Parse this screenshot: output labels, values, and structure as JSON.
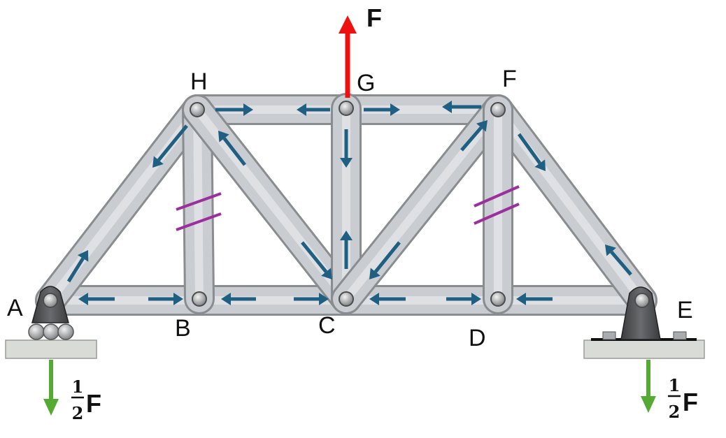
{
  "nodes": {
    "A": "A",
    "B": "B",
    "C": "C",
    "D": "D",
    "E": "E",
    "F": "F",
    "G": "G",
    "H": "H"
  },
  "applied_load": {
    "label": "F",
    "color": "#ee1111"
  },
  "reaction_left": {
    "numerator": "1",
    "denominator": "2",
    "symbol": "F",
    "color": "#55aa33"
  },
  "reaction_right": {
    "numerator": "1",
    "denominator": "2",
    "symbol": "F",
    "color": "#55aa33"
  },
  "colors": {
    "member_fill": "#c9ccd0",
    "member_edge": "#8a8d90",
    "force_arrow": "#1f5f82",
    "zero_force_mark": "#9b2f9b",
    "support": "#4d4d4f",
    "ground": "#d9dbd6"
  }
}
